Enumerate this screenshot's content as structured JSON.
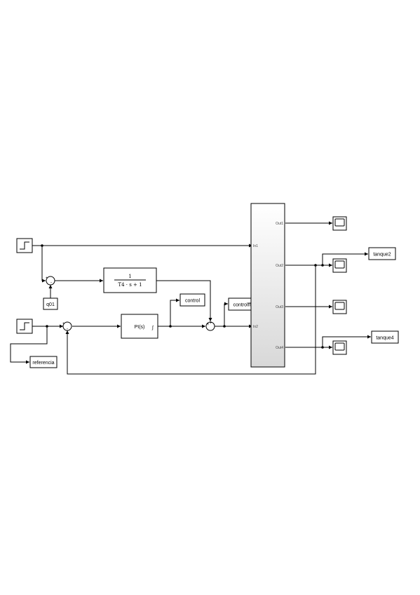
{
  "blocks": {
    "q01": "q01",
    "transfer_num": "1",
    "transfer_den": "T4 · s + 1",
    "pi": "PI(s)",
    "pi_saturation_symbol": "∫",
    "control": "control",
    "controlff": "controlff",
    "referencia": "referencia",
    "tanque2": "tanque2",
    "tanque4": "tanque4"
  },
  "subsystem": {
    "inputs": [
      "In1",
      "In2"
    ],
    "outputs": [
      "Out1",
      "Out2",
      "Out3",
      "Out4"
    ]
  },
  "sum_signs": {
    "sum1": [
      "+",
      "-"
    ],
    "sum2": [
      "+",
      "-"
    ],
    "sum3": [
      "+",
      "+"
    ]
  },
  "colors": {
    "subsystem_gradient_top": "#ffffff",
    "subsystem_gradient_bottom": "#d8d8d8"
  }
}
